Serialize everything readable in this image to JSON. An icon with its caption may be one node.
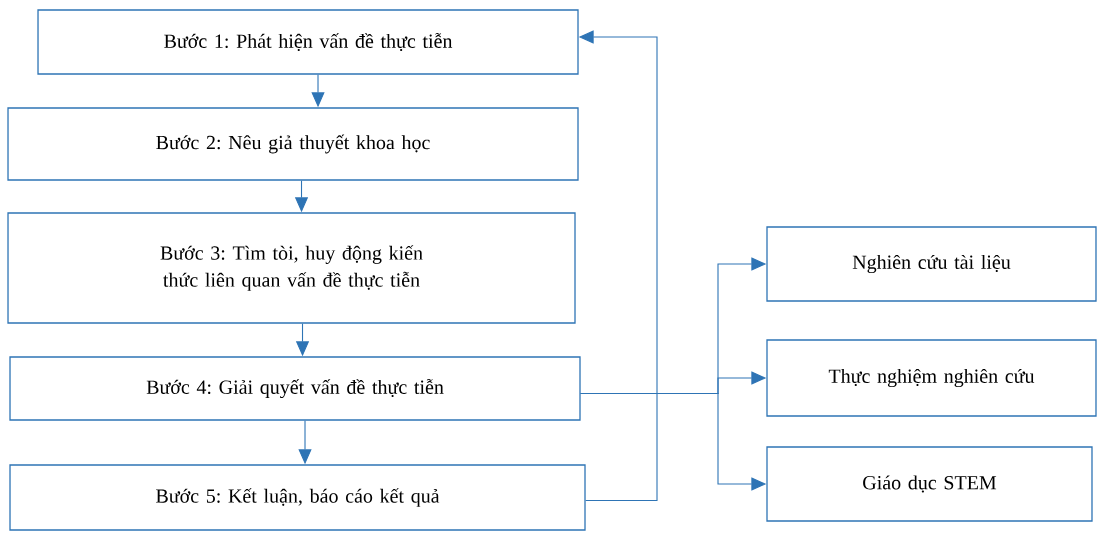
{
  "diagram": {
    "nodes": [
      {
        "text": [
          "Bước 1: Phát hiện vấn đề thực tiễn"
        ]
      },
      {
        "text": [
          "Bước 2: Nêu giả thuyết khoa học"
        ]
      },
      {
        "text": [
          "Bước 3: Tìm tòi, huy động kiến thức liên quan vấn đề thực tiễn"
        ]
      },
      {
        "text": [
          "Bước 4: Giải quyết vấn đề thực tiễn"
        ]
      },
      {
        "text": [
          "Bước 5: Kết luận, báo cáo kết quả"
        ]
      },
      {
        "text": [
          "Nghiên cứu tài liệu"
        ]
      },
      {
        "text": [
          "Thực nghiệm nghiên cứu"
        ]
      },
      {
        "text": [
          "Giáo dục STEM"
        ]
      }
    ],
    "edges": [
      {
        "from": 0,
        "to": 1,
        "arrow": "to"
      },
      {
        "from": 1,
        "to": 2,
        "arrow": "to"
      },
      {
        "from": 2,
        "to": 3,
        "arrow": "to"
      },
      {
        "from": 3,
        "to": 4,
        "arrow": "to"
      },
      {
        "from": 4,
        "to": 0,
        "arrow": "to"
      },
      {
        "from": 3,
        "to": 5,
        "arrow": "to"
      },
      {
        "from": 3,
        "to": 6,
        "arrow": "to"
      },
      {
        "from": 3,
        "to": 7,
        "arrow": "to"
      }
    ]
  }
}
